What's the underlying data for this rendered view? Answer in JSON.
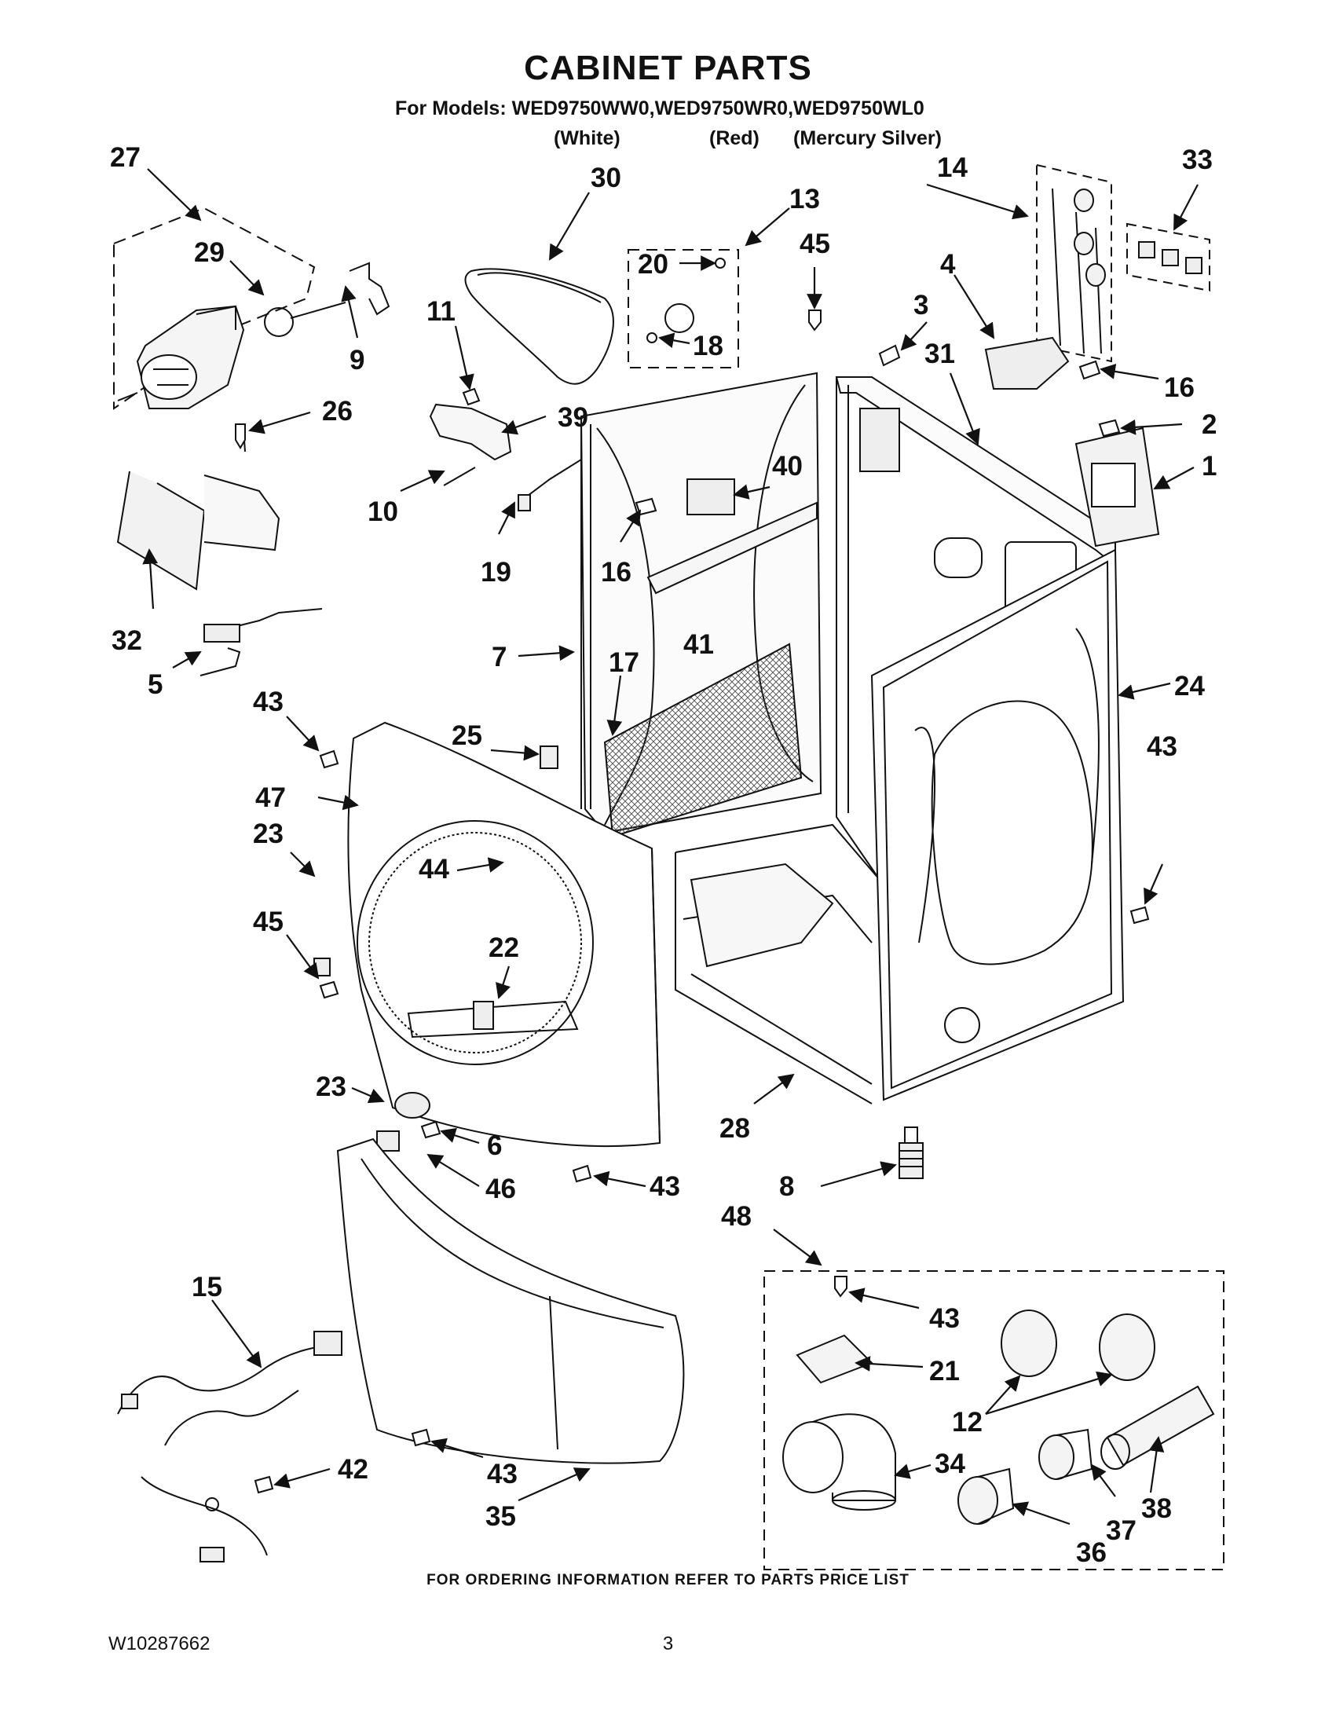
{
  "title": "CABINET PARTS",
  "models_line": "For Models: WED9750WW0,WED9750WR0,WED9750WL0",
  "colors": [
    "(White)",
    "(Red)",
    "(Mercury Silver)"
  ],
  "callouts": {
    "c27": "27",
    "c29": "29",
    "c9": "9",
    "c26": "26",
    "c32": "32",
    "c5": "5",
    "c30": "30",
    "c11": "11",
    "c39": "39",
    "c10": "10",
    "c19": "19",
    "c13": "13",
    "c20": "20",
    "c18": "18",
    "c45a": "45",
    "c16a": "16",
    "c40": "40",
    "c41": "41",
    "c14": "14",
    "c33": "33",
    "c4": "4",
    "c3": "3",
    "c31": "31",
    "c16b": "16",
    "c2": "2",
    "c1": "1",
    "c7": "7",
    "c17": "17",
    "c24": "24",
    "c43a": "43",
    "c25": "25",
    "c43b": "43",
    "c47": "47",
    "c23a": "23",
    "c44": "44",
    "c45b": "45",
    "c22": "22",
    "c23b": "23",
    "c6": "6",
    "c46": "46",
    "c43c": "43",
    "c28": "28",
    "c8": "8",
    "c48": "48",
    "c15": "15",
    "c42": "42",
    "c43d": "43",
    "c35": "35",
    "c43e": "43",
    "c21": "21",
    "c12": "12",
    "c34": "34",
    "c38": "38",
    "c37": "37",
    "c36": "36"
  },
  "footer_note": "FOR ORDERING INFORMATION REFER TO PARTS PRICE LIST",
  "doc_number": "W10287662",
  "page_number": "3"
}
